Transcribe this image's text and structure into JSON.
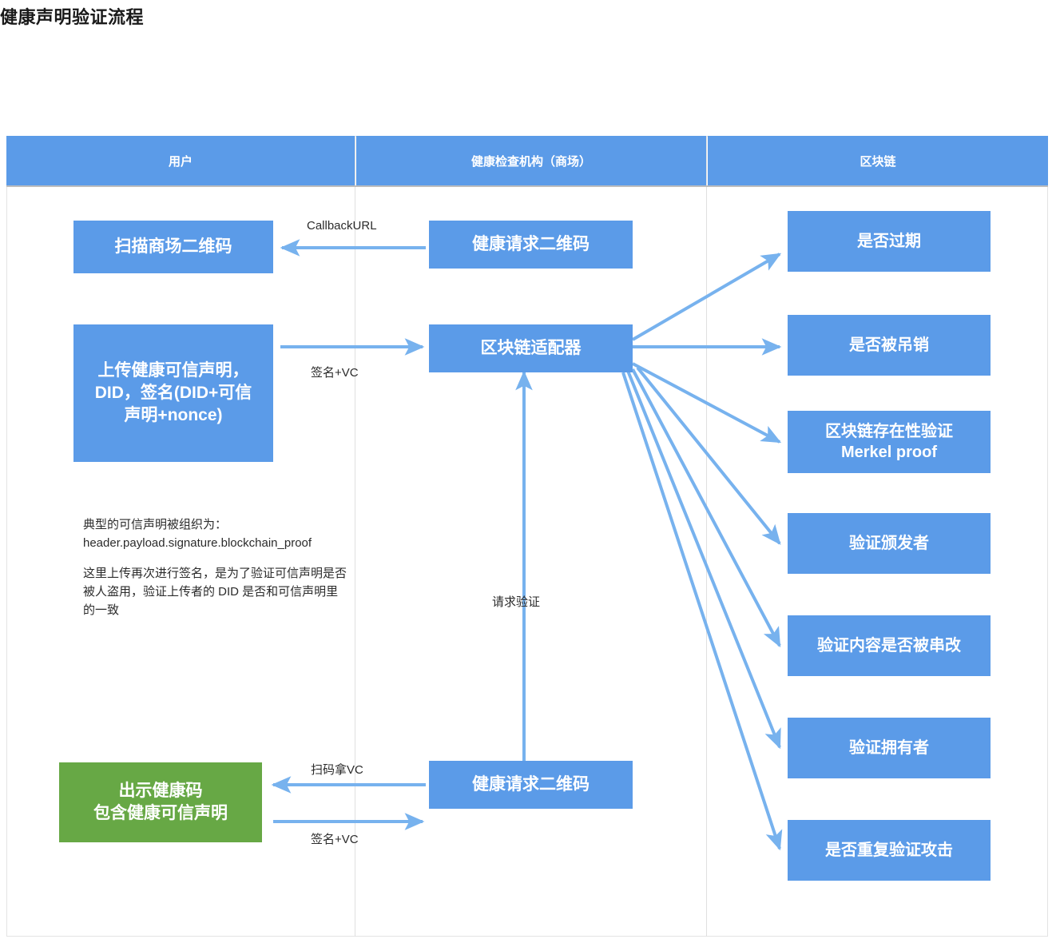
{
  "page": {
    "title": "健康声明验证流程"
  },
  "colors": {
    "blue": "#5B9BE8",
    "green": "#67A845",
    "arrow": "#77B2EE",
    "lane_border": "#e0e0e0",
    "text_dark": "#2b2b2b"
  },
  "lanes": [
    {
      "id": "user",
      "label": "用户"
    },
    {
      "id": "agency",
      "label": "健康检查机构（商场）"
    },
    {
      "id": "blockchain",
      "label": "区块链"
    }
  ],
  "nodes": {
    "scan_mall_qr": "扫描商场二维码",
    "health_request_qr_top": "健康请求二维码",
    "upload_claim_line1": "上传健康可信声明，",
    "upload_claim_line2": "DID，签名(DID+可信",
    "upload_claim_line3": "声明+nonce)",
    "chain_adapter": "区块链适配器",
    "show_health_code_line1": "出示健康码",
    "show_health_code_line2": "包含健康可信声明",
    "health_request_qr_bottom": "健康请求二维码",
    "check_expired": "是否过期",
    "check_revoked": "是否被吊销",
    "check_existence_line1": "区块链存在性验证",
    "check_existence_line2": "Merkel proof",
    "check_issuer": "验证颁发者",
    "check_tampered": "验证内容是否被串改",
    "check_holder": "验证拥有者",
    "check_replay": "是否重复验证攻击"
  },
  "edge_labels": {
    "callback_url": "CallbackURL",
    "sign_vc_upper": "签名+VC",
    "request_verify": "请求验证",
    "scan_get_vc": "扫码拿VC",
    "sign_vc_lower": "签名+VC"
  },
  "note": {
    "line1": "典型的可信声明被组织为：",
    "line2": "header.payload.signature.blockchain_proof",
    "line3": "",
    "line4": "这里上传再次进行签名，是为了验证可信声明是否",
    "line5": "被人盗用，验证上传者的 DID 是否和可信声明里",
    "line6": "的一致"
  }
}
